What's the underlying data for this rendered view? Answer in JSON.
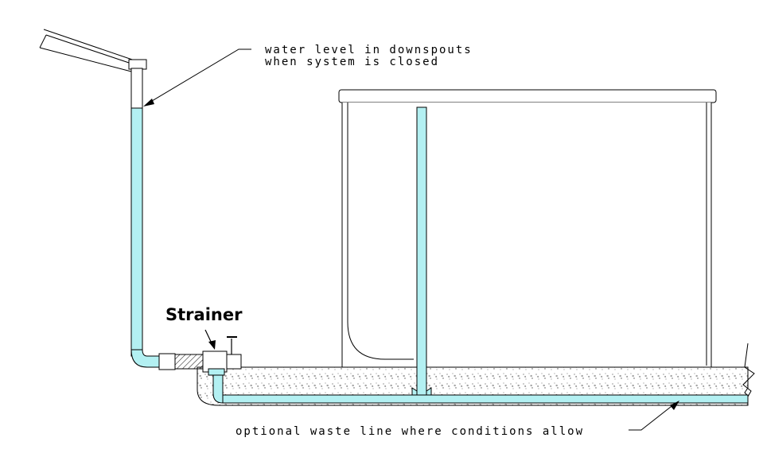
{
  "labels": {
    "water_level_line1": "water level in downspouts",
    "water_level_line2": "when system is closed",
    "strainer": "Strainer",
    "waste_line": "optional waste line where conditions allow"
  },
  "colors": {
    "water": "#b3f0f2",
    "line": "#000000",
    "concrete_dot": "#555555",
    "background": "#ffffff"
  }
}
